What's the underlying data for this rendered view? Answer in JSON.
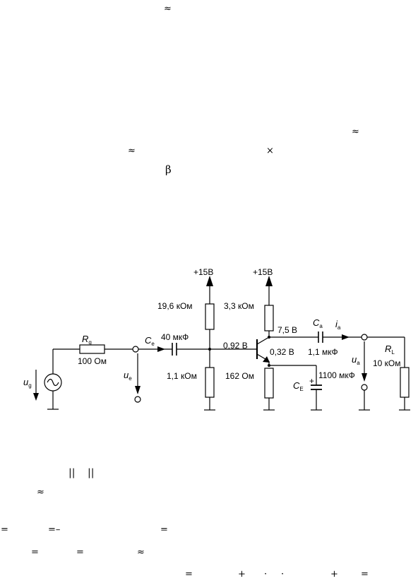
{
  "page_symbols": {
    "s1": "≈",
    "s2": "≈",
    "s3": "≈",
    "s4": "×",
    "s5": "β",
    "s6": "||",
    "s7": "||",
    "s8": "≈",
    "s9": "=",
    "s10": "=–",
    "s11": "=",
    "s12": "=",
    "s13": "=",
    "s14": "≈",
    "s15": "=",
    "s16": "+",
    "s17": "·",
    "s18": "·",
    "s19": "+",
    "s20": "="
  },
  "circuit": {
    "supply_left": "+15В",
    "supply_right": "+15В",
    "r_top_left": "19,6 кОм",
    "r_top_right": "3,3 кОм",
    "v_collector": "7,5 В",
    "v_base": "0,92 В",
    "v_emitter": "0,32 В",
    "cap_e": "40 мкФ",
    "cap_a": "1,1 мкФ",
    "r_gen": "100 Ом",
    "r_bottom_left": "1,1 кОм",
    "r_emitter": "162 Ом",
    "cap_emitter": "1100 мкФ",
    "r_load": "10 кОм",
    "plus_sign": "+",
    "lbl_rg": "R",
    "lbl_rg_sub": "g",
    "lbl_ce": "C",
    "lbl_ce_sub": "e",
    "lbl_ca": "C",
    "lbl_ca_sub": "a",
    "lbl_ia": "i",
    "lbl_ia_sub": "a",
    "lbl_rl": "R",
    "lbl_rl_sub": "L",
    "lbl_ug": "u",
    "lbl_ug_sub": "g",
    "lbl_ue": "u",
    "lbl_ue_sub": "e",
    "lbl_ua": "u",
    "lbl_ua_sub": "a",
    "lbl_cE": "C",
    "lbl_cE_sub": "E"
  }
}
